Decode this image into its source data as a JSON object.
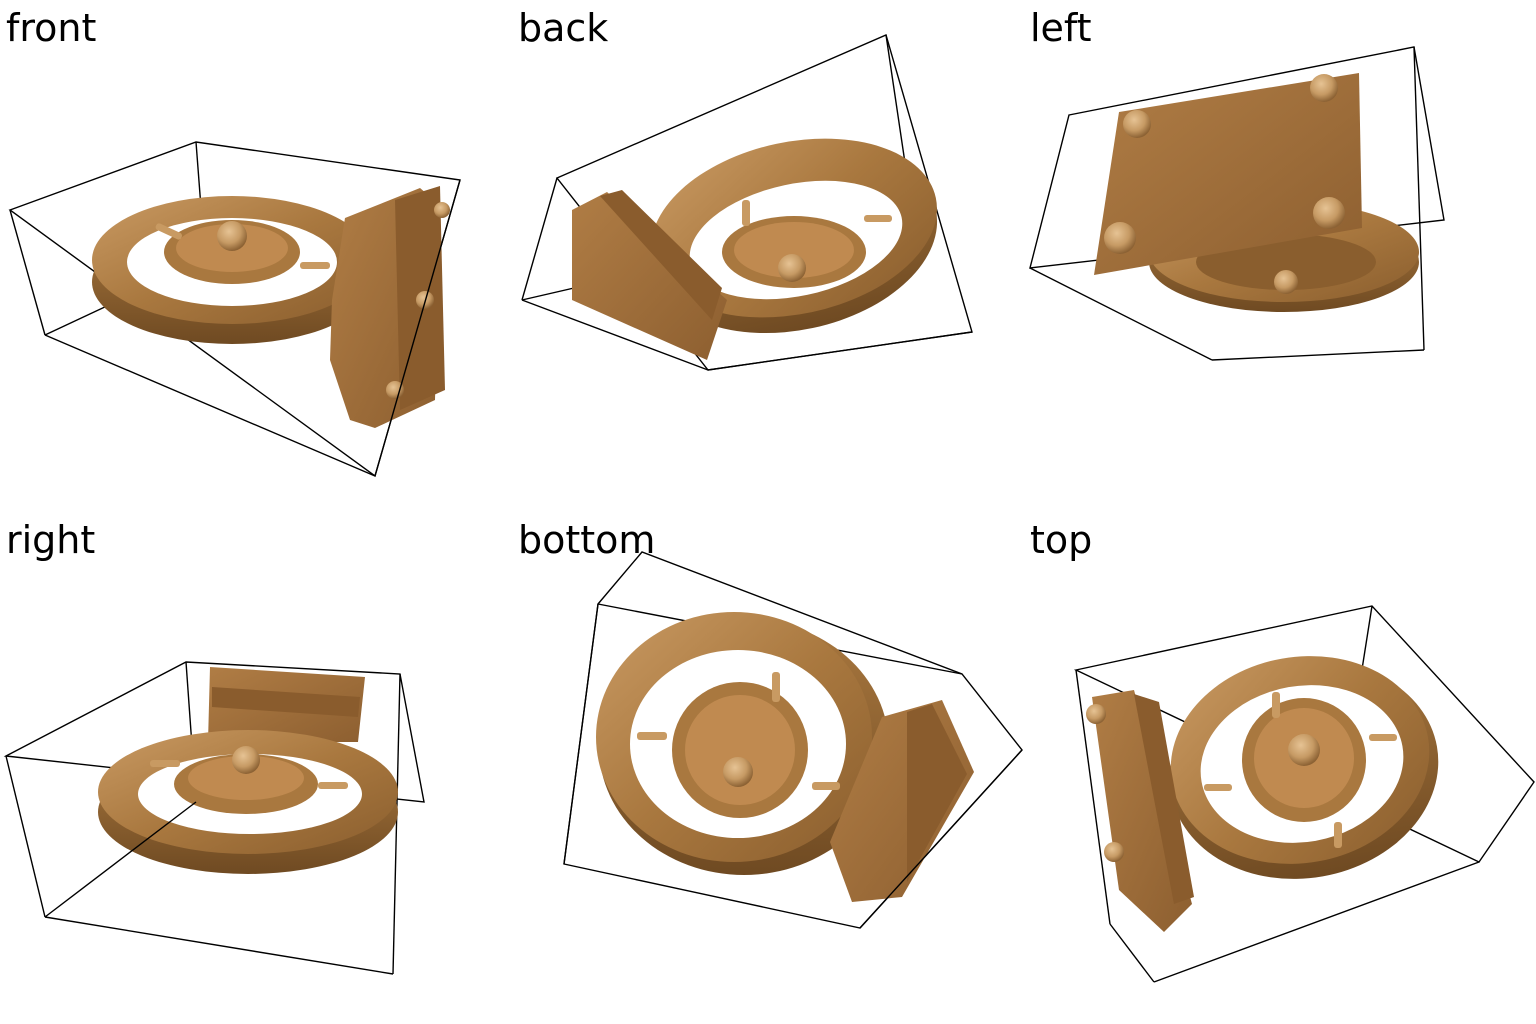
{
  "views": [
    {
      "id": "front",
      "label": "front"
    },
    {
      "id": "back",
      "label": "back"
    },
    {
      "id": "left",
      "label": "left"
    },
    {
      "id": "right",
      "label": "right"
    },
    {
      "id": "bottom",
      "label": "bottom"
    },
    {
      "id": "top",
      "label": "top"
    }
  ],
  "colors": {
    "background": "#ffffff",
    "wood_light": "#c99a63",
    "wood_mid": "#a9783f",
    "wood_dark": "#7d5428",
    "bounding_box": "#000000"
  }
}
